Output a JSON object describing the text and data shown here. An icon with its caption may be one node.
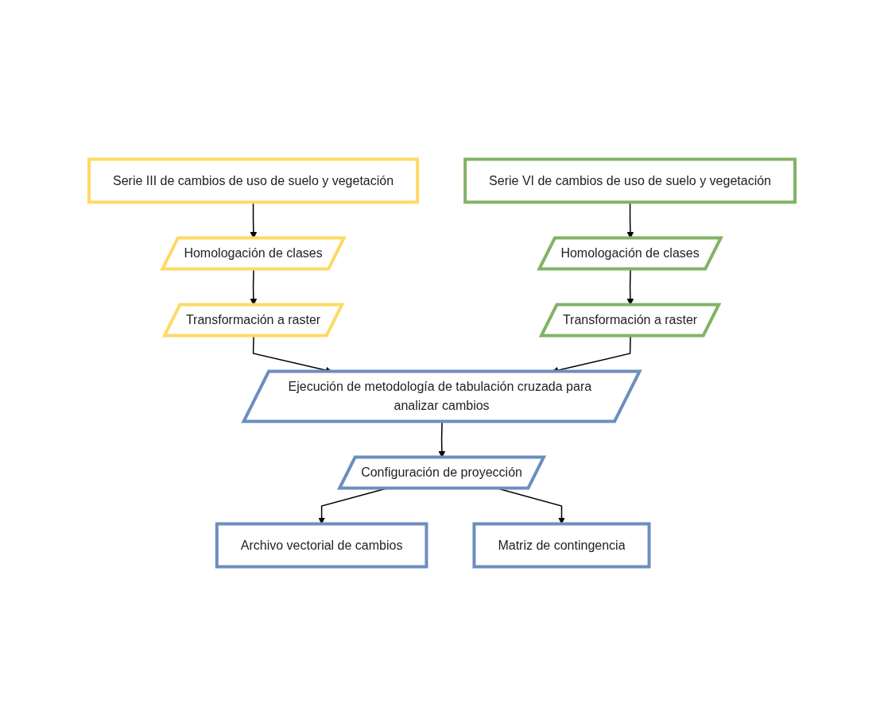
{
  "diagram": {
    "nodes": [
      {
        "text": [
          "Serie III de cambios de uso de suelo y vegetación"
        ]
      },
      {
        "text": [
          "Serie VI de cambios de uso de suelo y vegetación"
        ]
      },
      {
        "text": [
          "Homologación de clases"
        ]
      },
      {
        "text": [
          "Homologación de clases"
        ]
      },
      {
        "text": [
          "Transformación a raster"
        ]
      },
      {
        "text": [
          "Transformación a raster"
        ]
      },
      {
        "text": [
          "Ejecución de metodología de tabulación cruzada para analizar cambios"
        ]
      },
      {
        "text": [
          "Configuración de proyección"
        ]
      },
      {
        "text": [
          "Archivo vectorial de cambios"
        ]
      },
      {
        "text": [
          "Matriz de contingencia"
        ]
      }
    ],
    "edges": [
      {
        "from": 0,
        "to": 2,
        "arrow": "to"
      },
      {
        "from": 2,
        "to": 4,
        "arrow": "to"
      },
      {
        "from": 1,
        "to": 3,
        "arrow": "to"
      },
      {
        "from": 3,
        "to": 5,
        "arrow": "to"
      },
      {
        "from": 4,
        "to": 6,
        "arrow": "to"
      },
      {
        "from": 5,
        "to": 6,
        "arrow": "to"
      },
      {
        "from": 6,
        "to": 7,
        "arrow": "to"
      },
      {
        "from": 7,
        "to": 8,
        "arrow": "to"
      },
      {
        "from": 7,
        "to": 9,
        "arrow": "to"
      }
    ]
  }
}
